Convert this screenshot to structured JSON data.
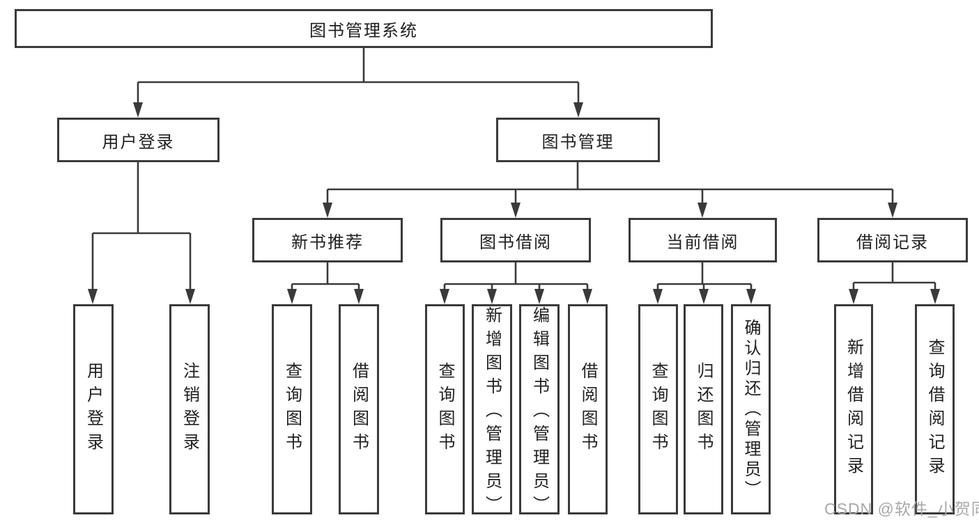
{
  "diagram": {
    "type": "tree",
    "title": "图书管理系统"
  },
  "nodes": {
    "root": {
      "label": "图书管理系统"
    },
    "user_login": {
      "label": "用户登录"
    },
    "book_management": {
      "label": "图书管理"
    },
    "user_login_action": {
      "label": "用户登录"
    },
    "logout_action": {
      "label": "注销登录"
    },
    "new_book_recommend": {
      "label": "新书推荐"
    },
    "book_borrowing": {
      "label": "图书借阅"
    },
    "current_borrowing": {
      "label": "当前借阅"
    },
    "borrowing_records": {
      "label": "借阅记录"
    },
    "recommend_query_books": {
      "label": "查询图书"
    },
    "recommend_borrow_books": {
      "label": "借阅图书"
    },
    "borrowing_query_books": {
      "label": "查询图书"
    },
    "borrowing_add_books": {
      "label": "新增图书（管理员）"
    },
    "borrowing_edit_books": {
      "label": "编辑图书（管理员）"
    },
    "borrowing_borrow_books": {
      "label": "借阅图书"
    },
    "current_query_books": {
      "label": "查询图书"
    },
    "current_return_books": {
      "label": "归还图书"
    },
    "current_confirm_return": {
      "label": "确认归还（管理员）"
    },
    "records_add_record": {
      "label": "新增借阅记录"
    },
    "records_query_record": {
      "label": "查询借阅记录"
    }
  },
  "hierarchy": [
    {
      "from": "root",
      "to": "user_login"
    },
    {
      "from": "root",
      "to": "book_management"
    },
    {
      "from": "user_login",
      "to": "user_login_action"
    },
    {
      "from": "user_login",
      "to": "logout_action"
    },
    {
      "from": "book_management",
      "to": "new_book_recommend"
    },
    {
      "from": "book_management",
      "to": "book_borrowing"
    },
    {
      "from": "book_management",
      "to": "current_borrowing"
    },
    {
      "from": "book_management",
      "to": "borrowing_records"
    },
    {
      "from": "new_book_recommend",
      "to": "recommend_query_books"
    },
    {
      "from": "new_book_recommend",
      "to": "recommend_borrow_books"
    },
    {
      "from": "book_borrowing",
      "to": "borrowing_query_books"
    },
    {
      "from": "book_borrowing",
      "to": "borrowing_add_books"
    },
    {
      "from": "book_borrowing",
      "to": "borrowing_edit_books"
    },
    {
      "from": "book_borrowing",
      "to": "borrowing_borrow_books"
    },
    {
      "from": "current_borrowing",
      "to": "current_query_books"
    },
    {
      "from": "current_borrowing",
      "to": "current_return_books"
    },
    {
      "from": "current_borrowing",
      "to": "current_confirm_return"
    },
    {
      "from": "borrowing_records",
      "to": "records_add_record"
    },
    {
      "from": "borrowing_records",
      "to": "records_query_record"
    }
  ],
  "watermark": {
    "text": "CSDN @软件_小贺同学",
    "color": "#a8a8a8"
  },
  "colors": {
    "line": "#3a3a3a",
    "border": "#3a3a3a",
    "text": "#1f1f1f",
    "background": "#ffffff",
    "node_fill": "#ffffff"
  }
}
